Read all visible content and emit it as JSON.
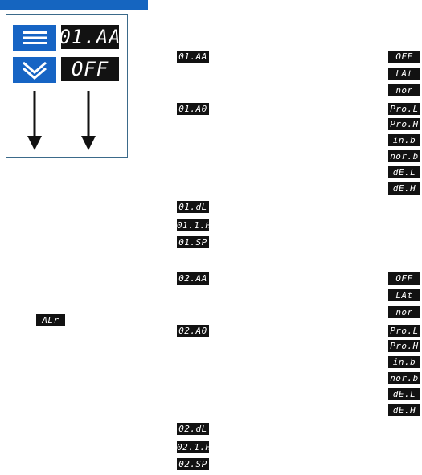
{
  "device": {
    "top_display": "01.AA",
    "bottom_display": "OFF",
    "menu_button_icon": "menu-icon",
    "down_button_icon": "chevron-down-icon",
    "accent_color": "#1565c0",
    "display_color": "#121212"
  },
  "menu_label": "ALr",
  "left_items": [
    "01.AA",
    "01.A0",
    "01.dL",
    "01.1.H",
    "01.SP",
    "02.AA",
    "02.A0",
    "02.dL",
    "02.1.H",
    "02.SP"
  ],
  "right_items": [
    "OFF",
    "LAt",
    "nor",
    "Pro.L",
    "Pro.H",
    "in.b",
    "nor.b",
    "dE.L",
    "dE.H",
    "OFF",
    "LAt",
    "nor",
    "Pro.L",
    "Pro.H",
    "in.b",
    "nor.b",
    "dE.L",
    "dE.H"
  ]
}
